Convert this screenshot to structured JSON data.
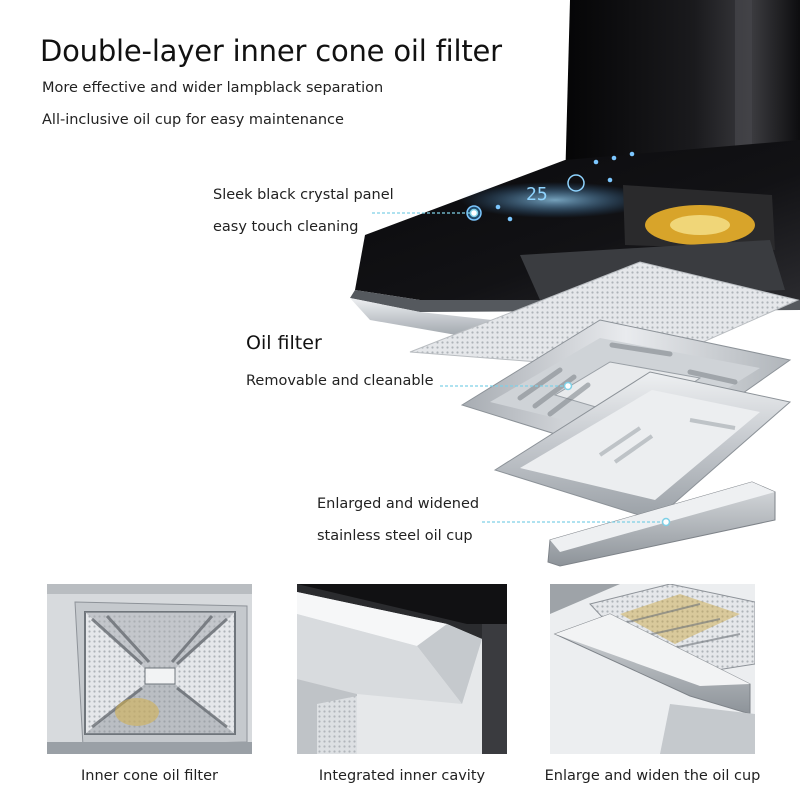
{
  "headline": {
    "title": "Double-layer inner cone oil filter",
    "subtitle_1": "More effective and wider lampblack separation",
    "subtitle_2": "All-inclusive oil cup for easy maintenance"
  },
  "callouts": {
    "panel_line_1": "Sleek black crystal panel",
    "panel_line_2": "easy touch cleaning",
    "filter_title": "Oil filter",
    "filter_sub": "Removable and cleanable",
    "cup_line_1": "Enlarged and widened",
    "cup_line_2": "stainless steel oil cup"
  },
  "display": {
    "readout": "25",
    "colors": {
      "panel": "#0c0c0e",
      "display_glow": "#58b8ff",
      "leader": "#7fd0e6",
      "steel": "#c9ccd0"
    }
  },
  "thumbnails": [
    {
      "caption": "Inner cone oil filter"
    },
    {
      "caption": "Integrated inner cavity"
    },
    {
      "caption": "Enlarge and widen the oil cup"
    }
  ]
}
